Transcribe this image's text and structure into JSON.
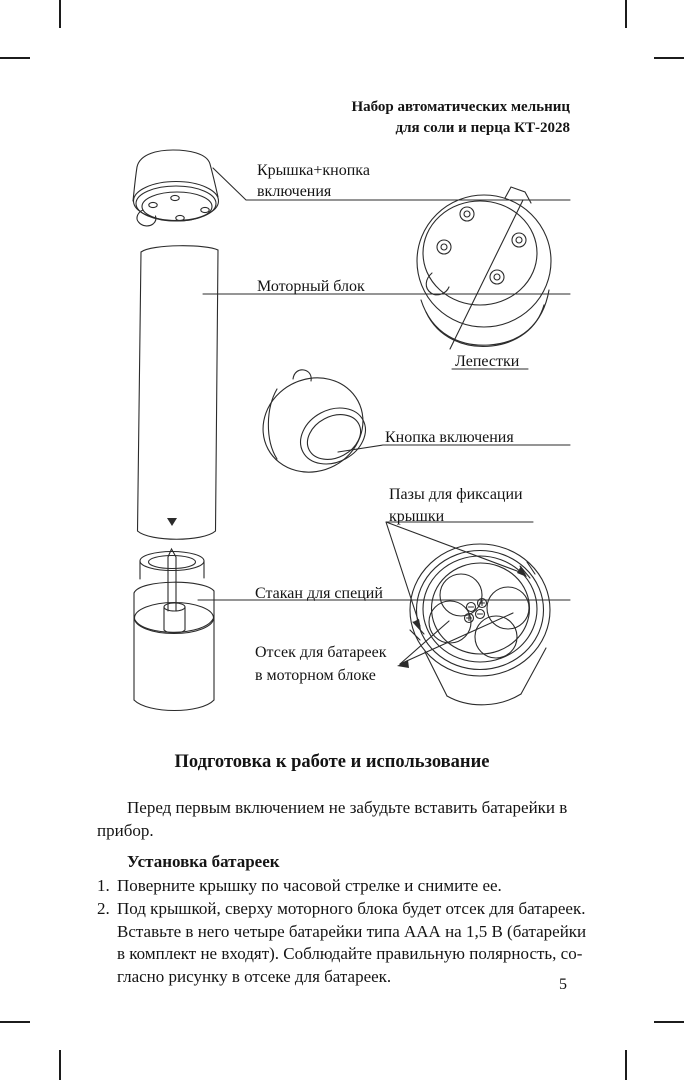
{
  "header": {
    "line1": "Набор автоматических мельниц",
    "line2": "для соли и перца КТ-2028"
  },
  "diagram": {
    "labels": {
      "cap": "Крышка+кнопка\nвключения",
      "motor_block": "Моторный блок",
      "petals": "Лепестки",
      "power_button": "Кнопка включения",
      "cap_grooves": "Пазы для фиксации\nкрышки",
      "spice_cup": "Стакан для специй",
      "battery_compartment": "Отсек для батареек\nв моторном блоке"
    }
  },
  "content": {
    "section_heading": "Подготовка к работе и использование",
    "intro": "Перед первым включением не забудьте вставить батарейки в\nприбор.",
    "subsection_heading": "Установка батареек",
    "steps": [
      {
        "marker": "1.",
        "text": "Поверните крышку по часовой стрелке и снимите ее."
      },
      {
        "marker": "2.",
        "text": "Под крышкой, сверху моторного блока будет отсек для батареек.\nВставьте в него четыре батарейки типа ААА на 1,5 В (батарейки\nв комплект не входят). Соблюдайте правильную полярность, со-\nгласно рисунку в отсеке для батареек."
      }
    ]
  },
  "page_number": "5"
}
